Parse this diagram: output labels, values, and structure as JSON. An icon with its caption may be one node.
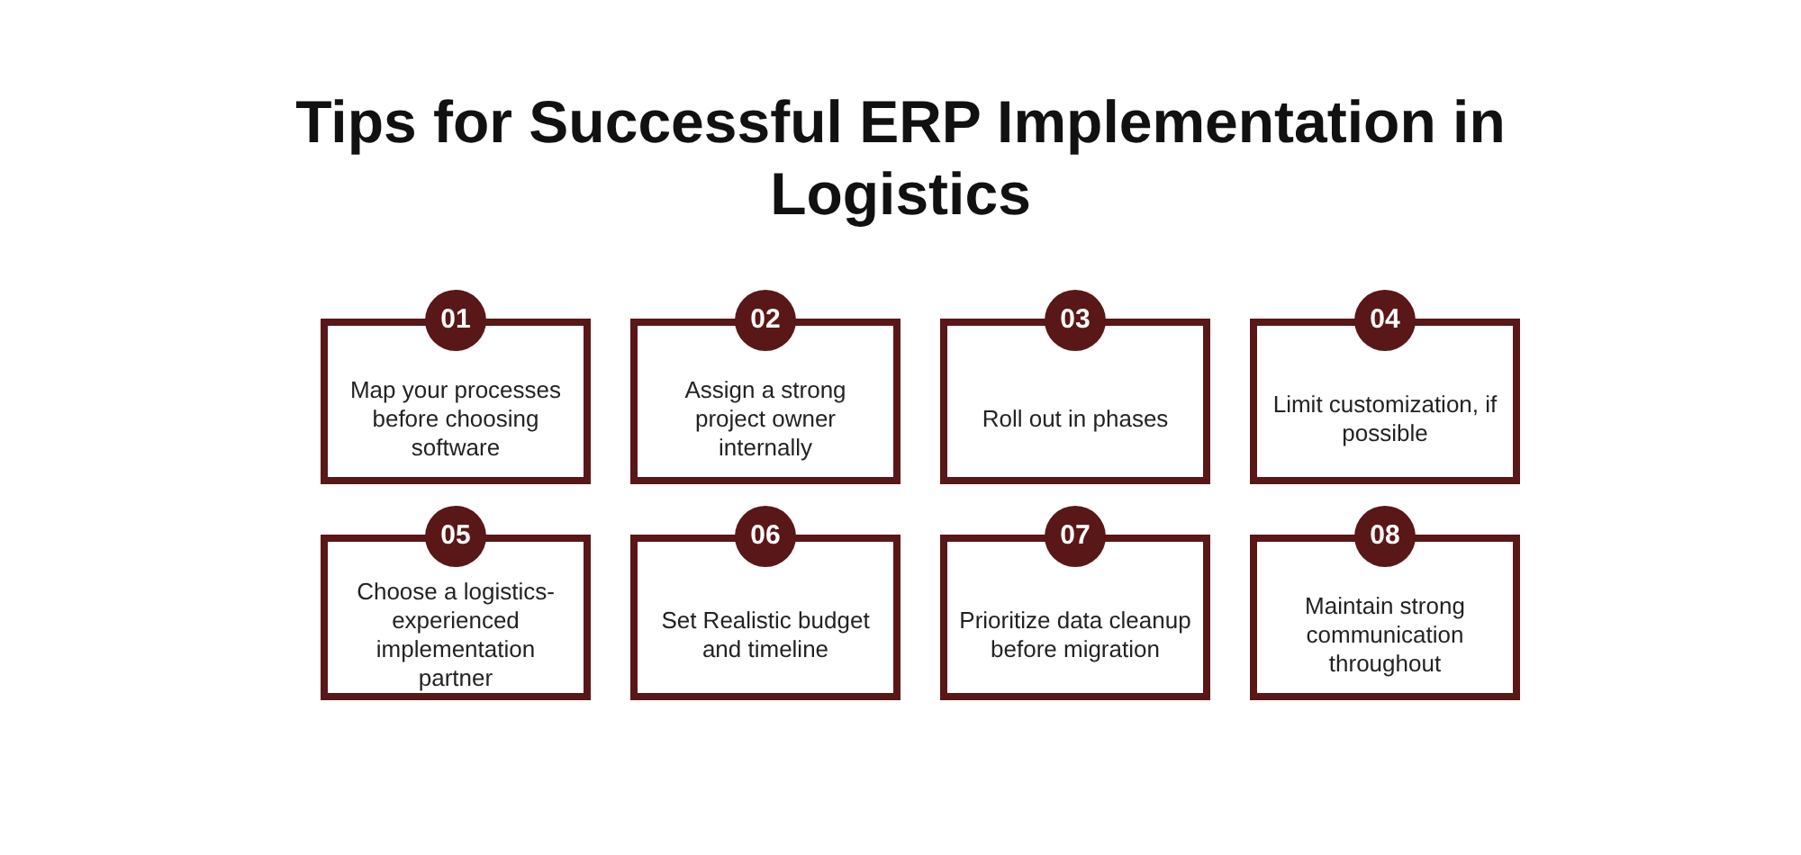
{
  "diagram": {
    "title": "Tips for Successful ERP Implementation in Logistics",
    "nodes": [
      {
        "text": [
          "01",
          "Map your processes before choosing software"
        ]
      },
      {
        "text": [
          "02",
          "Assign a strong project owner internally"
        ]
      },
      {
        "text": [
          "03",
          "Roll out in phases"
        ]
      },
      {
        "text": [
          "04",
          "Limit customization, if possible"
        ]
      },
      {
        "text": [
          "05",
          "Choose a logistics-experienced implementation partner"
        ]
      },
      {
        "text": [
          "06",
          "Set Realistic budget and timeline"
        ]
      },
      {
        "text": [
          "07",
          "Prioritize data cleanup before migration"
        ]
      },
      {
        "text": [
          "08",
          "Maintain strong communication throughout"
        ]
      }
    ],
    "edges": []
  }
}
